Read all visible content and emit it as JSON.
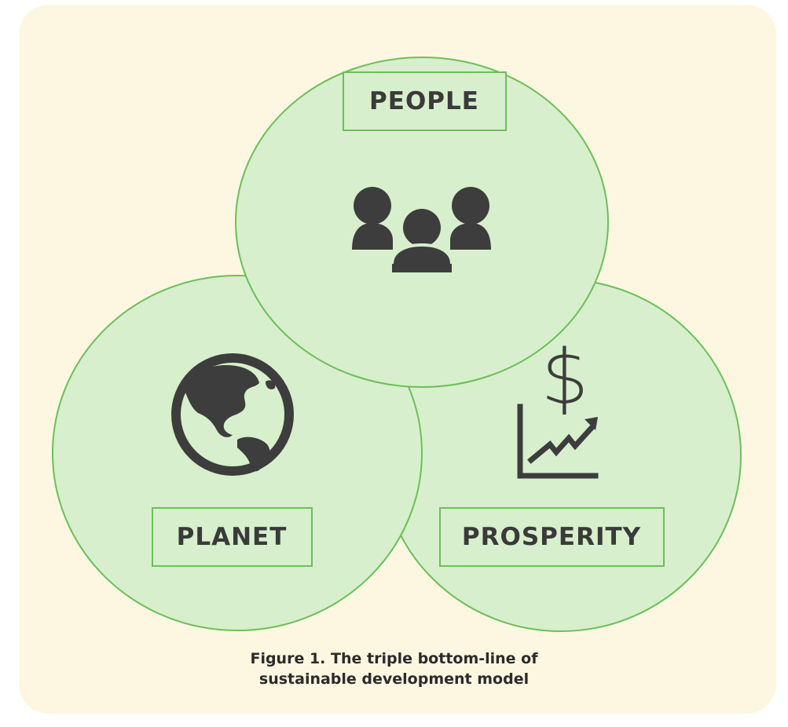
{
  "diagram": {
    "circles": [
      {
        "id": "people",
        "label": "PEOPLE",
        "icon": "people-group-icon"
      },
      {
        "id": "planet",
        "label": "PLANET",
        "icon": "globe-icon"
      },
      {
        "id": "prosperity",
        "label": "PROSPERITY",
        "icon": "dollar-growth-chart-icon"
      }
    ],
    "colors": {
      "background": "#fdf7e1",
      "circle_fill": "#d7efcc",
      "circle_stroke": "#6cbf59",
      "icon": "#3d3d3d",
      "text": "#3a3a3a"
    }
  },
  "caption": {
    "line1": "Figure 1. The triple bottom-line of",
    "line2": "sustainable development model"
  }
}
